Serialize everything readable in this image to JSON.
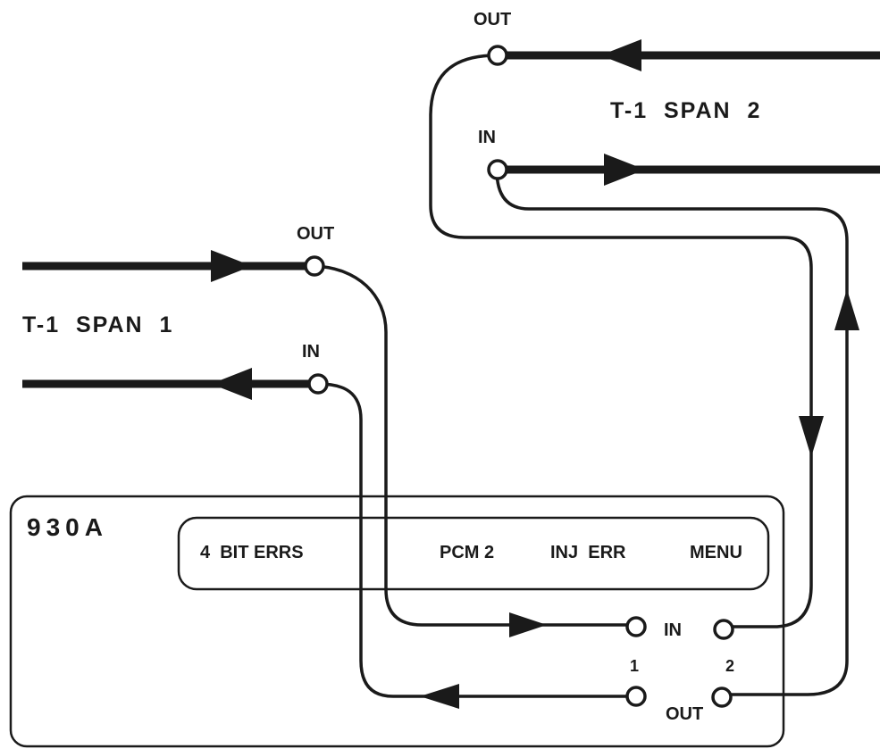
{
  "span2": {
    "title": "T-1  SPAN  2",
    "out_label": "OUT",
    "in_label": "IN"
  },
  "span1": {
    "title": "T-1  SPAN  1",
    "out_label": "OUT",
    "in_label": "IN"
  },
  "instrument": {
    "model": "930A",
    "display": {
      "mode": "4  BIT ERRS",
      "pcm": "PCM 2",
      "inj_err": "INJ  ERR",
      "menu": "MENU"
    },
    "ports": {
      "in_label": "IN",
      "out_label": "OUT",
      "port1_label": "1",
      "port2_label": "2"
    }
  }
}
